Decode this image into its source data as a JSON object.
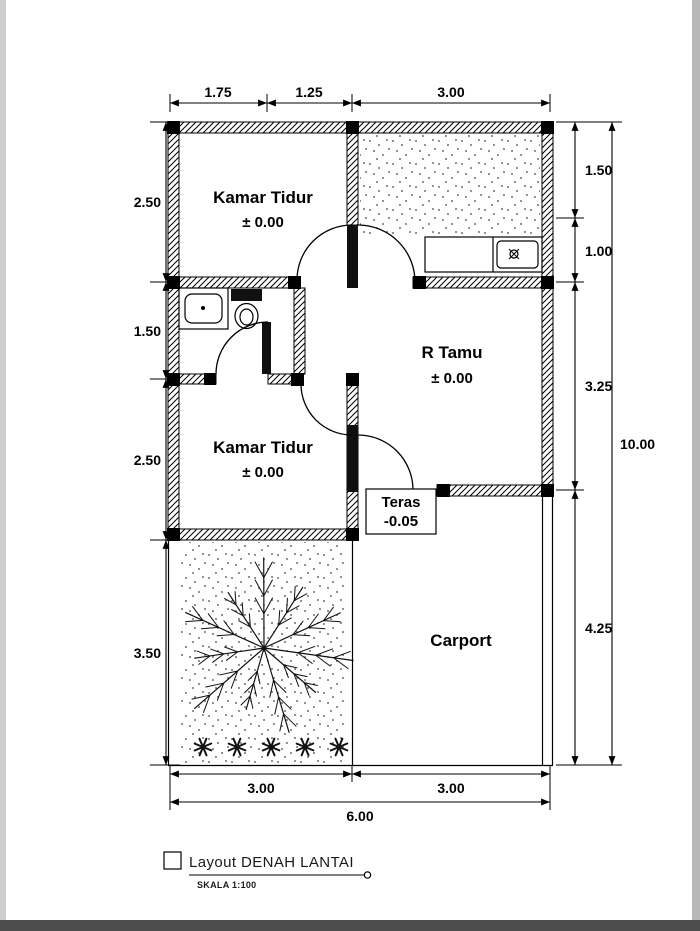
{
  "plan": {
    "rooms": {
      "bedroom_top": {
        "name": "Kamar Tidur",
        "level": "± 0.00"
      },
      "bedroom_bottom": {
        "name": "Kamar Tidur",
        "level": "± 0.00"
      },
      "living": {
        "name": "R Tamu",
        "level": "± 0.00"
      },
      "terrace": {
        "name": "Teras",
        "level": "-0.05"
      },
      "carport": {
        "name": "Carport"
      }
    },
    "dims": {
      "top": [
        "1.75",
        "1.25",
        "3.00"
      ],
      "left": [
        "2.50",
        "1.50",
        "2.50",
        "3.50"
      ],
      "right": [
        "1.50",
        "1.00",
        "3.25",
        "4.25"
      ],
      "right_total": "10.00",
      "bottom": [
        "3.00",
        "3.00"
      ],
      "bottom_total": "6.00"
    }
  },
  "title_block": {
    "title": "Layout DENAH LANTAI",
    "scale": "SKALA 1:100"
  },
  "colors": {
    "ink": "#000000",
    "paper": "#ffffff",
    "scan_edge": "#bdbdbd",
    "scan_bottom": "#4d4d4d"
  }
}
